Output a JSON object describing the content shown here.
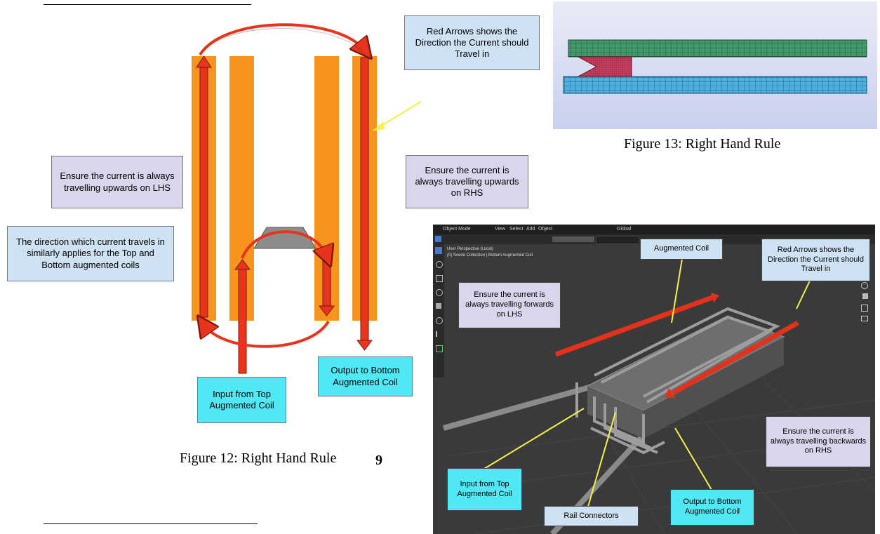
{
  "figure12": {
    "caption": "Figure 12: Right Hand Rule",
    "callout_red_arrows": "Red Arrows shows the Direction the Current should Travel in",
    "callout_lhs": "Ensure the current is always travelling upwards on LHS",
    "callout_rhs": "Ensure the current is always travelling upwards on RHS",
    "callout_direction": "The direction which current travels in similarly applies for the Top and Bottom augmented coils",
    "callout_input": "Input from Top Augmented Coil",
    "callout_output": "Output to Bottom Augmented Coil"
  },
  "page_number": "9",
  "figure13": {
    "caption": "Figure 13: Right Hand Rule"
  },
  "blender": {
    "toolbar": {
      "mode": "Object Mode",
      "menu": [
        "View",
        "Select",
        "Add",
        "Object"
      ],
      "transform": "Global"
    },
    "viewport_info_line1": "User Perspective (Local)",
    "viewport_info_line2": "(0) Scene Collection | Bottom Augmented Coil",
    "callout_augmented_coil": "Augmented Coil",
    "callout_red_arrows": "Red Arrows shows the Direction the Current should Travel in",
    "callout_forwards": "Ensure the current is always travelling forwards on LHS",
    "callout_backwards": "Ensure the current is always travelling backwards on RHS",
    "callout_input": "Input from Top Augmented Coil",
    "callout_rail": "Rail Connectors",
    "callout_output": "Output to Bottom Augmented Coil"
  }
}
